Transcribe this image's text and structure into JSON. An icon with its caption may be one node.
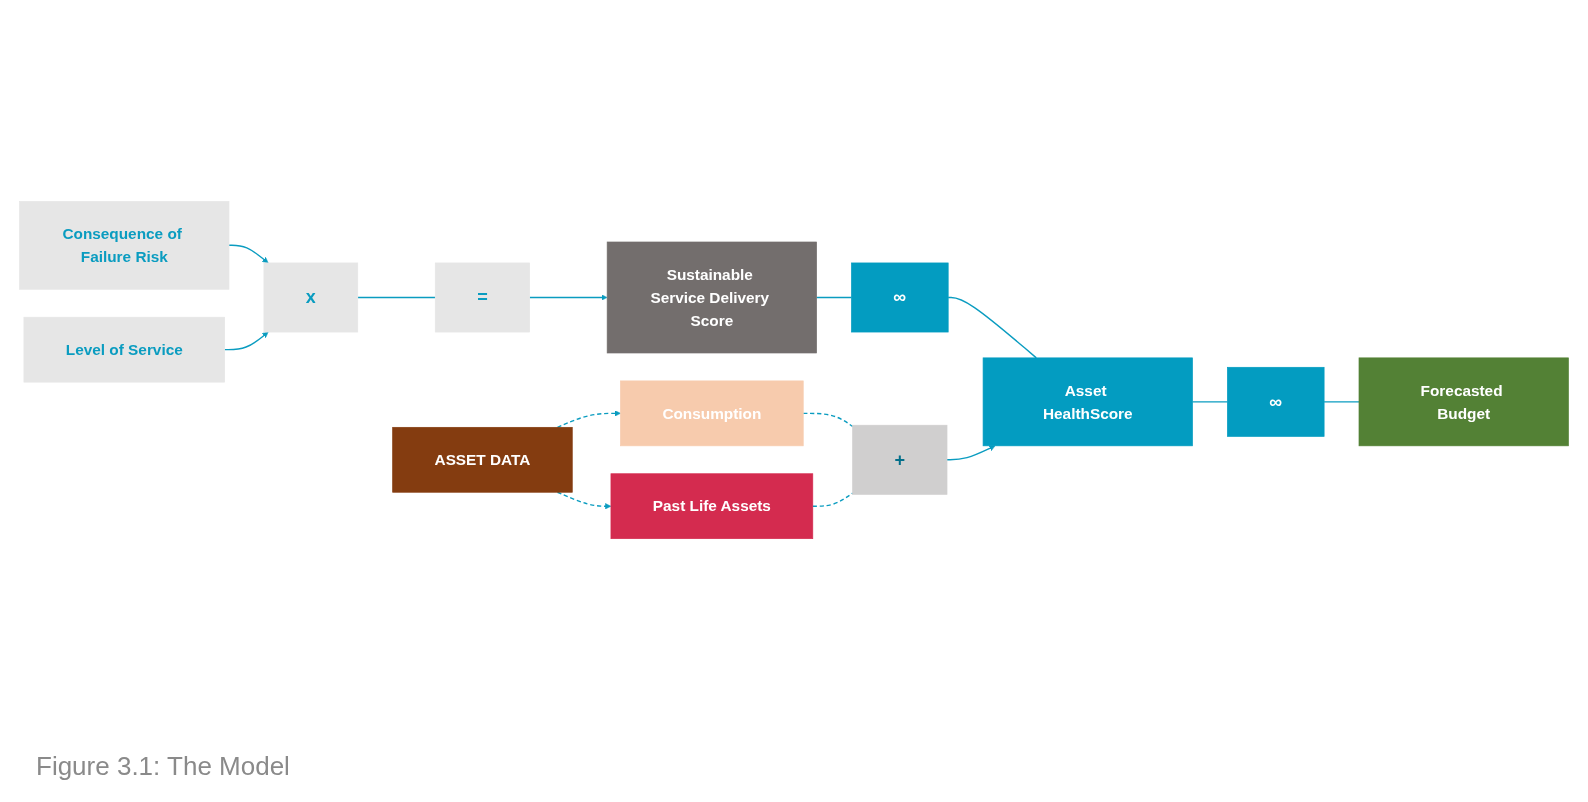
{
  "diagram": {
    "caption": "Figure 3.1: The Model",
    "nodes": [
      {
        "text": [
          "Consequence of Failure Risk"
        ]
      },
      {
        "text": [
          "Level of Service"
        ]
      },
      {
        "text": [
          "x"
        ]
      },
      {
        "text": [
          "="
        ]
      },
      {
        "text": [
          "Sustainable Service Delivery Score"
        ]
      },
      {
        "text": [
          "∞"
        ]
      },
      {
        "text": [
          "Asset HealthScore"
        ]
      },
      {
        "text": [
          "∞"
        ]
      },
      {
        "text": [
          "Forecasted Budget"
        ]
      },
      {
        "text": [
          "+"
        ]
      },
      {
        "text": [
          "Consumption"
        ]
      },
      {
        "text": [
          "Past Life Assets"
        ]
      },
      {
        "text": [
          "ASSET DATA"
        ]
      }
    ],
    "edges": [
      {
        "from": 0,
        "to": 2,
        "arrow": "to"
      },
      {
        "from": 1,
        "to": 2,
        "arrow": "to"
      },
      {
        "from": 2,
        "to": 3,
        "arrow": "none"
      },
      {
        "from": 3,
        "to": 4,
        "arrow": "to"
      },
      {
        "from": 4,
        "to": 5,
        "arrow": "none"
      },
      {
        "from": 5,
        "to": 6,
        "arrow": "none"
      },
      {
        "from": 6,
        "to": 7,
        "arrow": "none"
      },
      {
        "from": 7,
        "to": 8,
        "arrow": "none"
      },
      {
        "from": 9,
        "to": 6,
        "arrow": "to"
      },
      {
        "from": 10,
        "to": 9,
        "arrow": "none",
        "style": "dashed"
      },
      {
        "from": 11,
        "to": 9,
        "arrow": "none",
        "style": "dashed"
      },
      {
        "from": 12,
        "to": 10,
        "arrow": "to",
        "style": "dashed"
      },
      {
        "from": 12,
        "to": 11,
        "arrow": "to",
        "style": "dashed"
      }
    ]
  }
}
